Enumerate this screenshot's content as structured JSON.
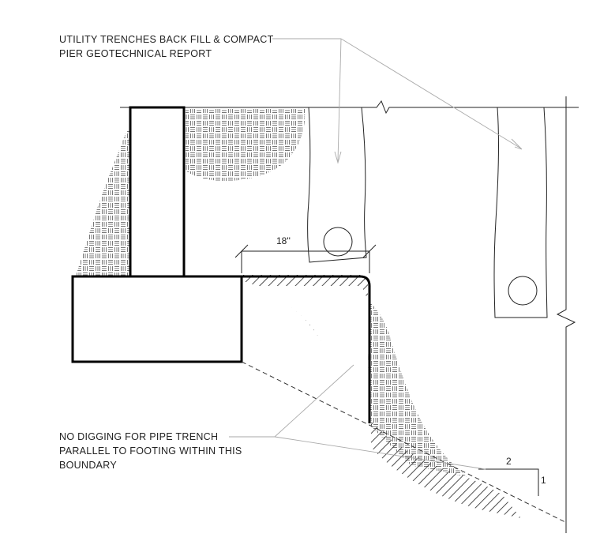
{
  "notes": {
    "utility_line1": "UTILITY TRENCHES BACK FILL & COMPACT",
    "utility_line2": "PIER GEOTECHNICAL REPORT",
    "digging_line1": "NO DIGGING FOR PIPE TRENCH",
    "digging_line2": "PARALLEL TO FOOTING WITHIN THIS",
    "digging_line3": "BOUNDARY"
  },
  "dimensions": {
    "offset": "18''",
    "slope_run": "2",
    "slope_rise": "1"
  }
}
